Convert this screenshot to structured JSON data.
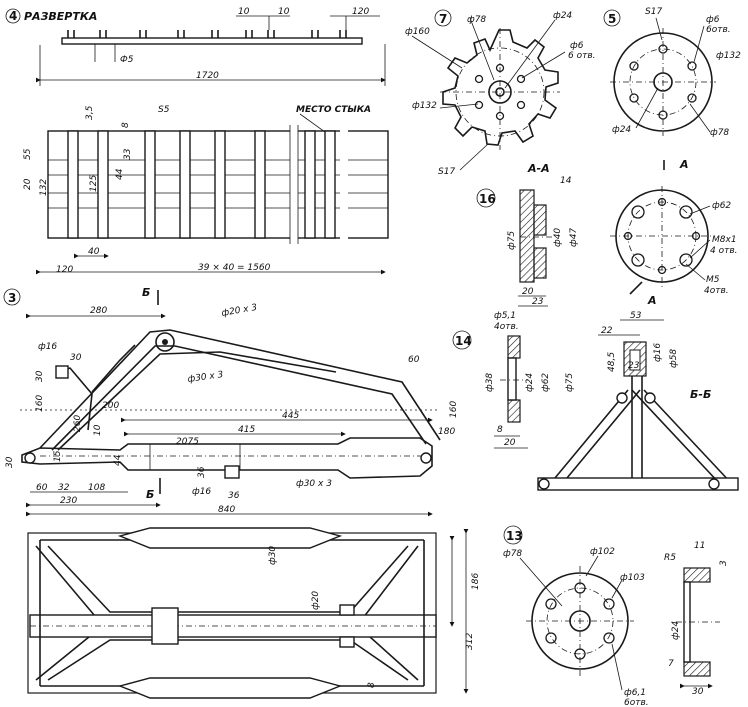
{
  "figures": {
    "f4": {
      "num": "4",
      "title": "РАЗВЕРТКА",
      "joint": "МЕСТО СТЫКА",
      "dims": {
        "d10a": "10",
        "d10b": "10",
        "d120t": "120",
        "d5": "Ф5",
        "d1720": "1720",
        "d3_5": "3,5",
        "d8": "8",
        "d55": "55",
        "s5": "S5",
        "d20": "20",
        "d132": "132",
        "d125": "125",
        "d44": "44",
        "d33": "33",
        "d40": "40",
        "d120b": "120",
        "d1560": "39 × 40 = 1560"
      }
    },
    "f7": {
      "num": "7",
      "dims": {
        "d78": "ф78",
        "d24": "ф24",
        "d160": "ф160",
        "d6": "ф6",
        "d6n": "6 отв.",
        "d132": "ф132",
        "s17": "S17"
      }
    },
    "f5": {
      "num": "5",
      "dims": {
        "s17": "S17",
        "d6": "ф6",
        "d6n": "6отв.",
        "d132": "ф132",
        "d24": "ф24",
        "d78": "ф78"
      }
    },
    "f16": {
      "num": "16",
      "section": "А-А",
      "dims": {
        "d14": "14",
        "d75": "ф75",
        "d40": "ф40",
        "d47": "ф47",
        "d20": "20",
        "d23": "23"
      }
    },
    "fAA": {
      "markA": "А",
      "dims": {
        "d62": "ф62",
        "m8": "М8х1",
        "m8n": "4 отв.",
        "m5": "М5",
        "m5n": "4отв."
      }
    },
    "f3": {
      "num": "3",
      "markB": "Б",
      "dims": {
        "d280": "280",
        "d20x3": "ф20 х 3",
        "d16a": "ф16",
        "d30a": "30",
        "d160a": "160",
        "d30b": "30",
        "d30x3": "ф30 х 3",
        "d200": "200",
        "d260": "260",
        "d10": "10",
        "d60": "60",
        "d160b": "160",
        "d445": "445",
        "d415": "415",
        "d2075": "2075",
        "d180": "180",
        "d30c": "30",
        "d15": "15",
        "d44": "44",
        "d36a": "36",
        "d16b": "ф16",
        "d36b": "36",
        "d30x3b": "ф30 х 3",
        "d60b": "60",
        "d32": "32",
        "d108": "108",
        "d230": "230",
        "d840": "840"
      }
    },
    "f14": {
      "num": "14",
      "dims": {
        "d51": "ф5,1",
        "d51n": "4отв.",
        "d38": "ф38",
        "d24": "ф24",
        "d62": "ф62",
        "d75": "ф75",
        "d8": "8",
        "d20": "20"
      }
    },
    "fBB": {
      "section": "Б-Б",
      "dims": {
        "d53": "53",
        "d22": "22",
        "d485": "48,5",
        "d16": "ф16",
        "d58": "ф58",
        "d23": "23"
      }
    },
    "fPlan": {
      "dims": {
        "d30": "ф30",
        "d20": "ф20",
        "d186": "186",
        "d312": "312",
        "d8": "8"
      }
    },
    "f13": {
      "num": "13",
      "dims": {
        "d78": "ф78",
        "d102": "ф102",
        "d103": "ф103",
        "d61": "ф6,1",
        "d61n": "6отв.",
        "r5": "R5",
        "d11": "11",
        "d3": "3",
        "d24": "ф24",
        "d7": "7",
        "d30": "30"
      }
    }
  }
}
